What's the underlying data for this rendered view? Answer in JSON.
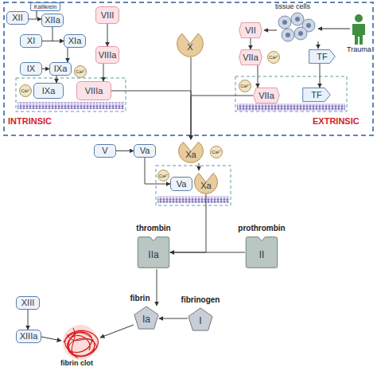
{
  "diagram": {
    "nodes": [
      {
        "text": [
          "XII"
        ]
      },
      {
        "text": [
          "Kallikrein"
        ]
      },
      {
        "text": [
          "XIIa"
        ]
      },
      {
        "text": [
          "XI"
        ]
      },
      {
        "text": [
          "XIa"
        ]
      },
      {
        "text": [
          "VIII"
        ]
      },
      {
        "text": [
          "VIIIa"
        ]
      },
      {
        "text": [
          "IX"
        ]
      },
      {
        "text": [
          "IXa"
        ]
      },
      {
        "text": [
          "Ca²⁺"
        ]
      },
      {
        "text": [
          "Ca²⁺"
        ]
      },
      {
        "text": [
          "IXa"
        ]
      },
      {
        "text": [
          "VIIIa"
        ]
      },
      {
        "text": [
          "X"
        ]
      },
      {
        "text": [
          "VII"
        ]
      },
      {
        "text": [
          "VIIa"
        ]
      },
      {
        "text": [
          "Ca²⁺"
        ]
      },
      {
        "text": [
          "TF"
        ]
      },
      {
        "text": [
          "Ca²⁺"
        ]
      },
      {
        "text": [
          "VIIa"
        ]
      },
      {
        "text": [
          "TF"
        ]
      },
      {
        "text": [
          "V"
        ]
      },
      {
        "text": [
          "Va"
        ]
      },
      {
        "text": [
          "Xa"
        ]
      },
      {
        "text": [
          "Ca²⁺"
        ]
      },
      {
        "text": [
          "Ca²⁺"
        ]
      },
      {
        "text": [
          "Va"
        ]
      },
      {
        "text": [
          "Xa"
        ]
      },
      {
        "text": [
          "thrombin",
          "IIa"
        ]
      },
      {
        "text": [
          "prothrombin",
          "II"
        ]
      },
      {
        "text": [
          "fibrin",
          "Ia"
        ]
      },
      {
        "text": [
          "fibrinogen",
          "I"
        ]
      },
      {
        "text": [
          "XIII"
        ]
      },
      {
        "text": [
          "XIIIa"
        ]
      }
    ],
    "edges": [
      {
        "from": 0,
        "to": 2,
        "arrow": "to"
      },
      {
        "from": 2,
        "to": 4,
        "arrow": "to"
      },
      {
        "from": 3,
        "to": 4,
        "arrow": "to"
      },
      {
        "from": 4,
        "to": 8,
        "arrow": "to"
      },
      {
        "from": 7,
        "to": 8,
        "arrow": "to"
      },
      {
        "from": 5,
        "to": 6,
        "arrow": "to"
      },
      {
        "from": 8,
        "to": 11,
        "arrow": "to"
      },
      {
        "from": 6,
        "to": 12,
        "arrow": "to"
      },
      {
        "from": 12,
        "to": 23,
        "arrow": "to"
      },
      {
        "from": 14,
        "to": 15,
        "arrow": "to"
      },
      {
        "from": 15,
        "to": 19,
        "arrow": "to"
      },
      {
        "from": 17,
        "to": 20,
        "arrow": "to"
      },
      {
        "from": 19,
        "to": 23,
        "arrow": "to"
      },
      {
        "from": 13,
        "to": 23,
        "arrow": "to"
      },
      {
        "from": 21,
        "to": 22,
        "arrow": "to"
      },
      {
        "from": 22,
        "to": 26,
        "arrow": "to"
      },
      {
        "from": 23,
        "to": 27,
        "arrow": "to"
      },
      {
        "from": 27,
        "to": 28,
        "arrow": "to"
      },
      {
        "from": 29,
        "to": 28,
        "arrow": "to"
      },
      {
        "from": 28,
        "to": 30,
        "arrow": "to"
      },
      {
        "from": 31,
        "to": 30,
        "arrow": "to"
      },
      {
        "from": 32,
        "to": 33,
        "arrow": "to"
      }
    ],
    "labels": [
      "INTRINSIC",
      "EXTRINSIC",
      "tissue cells",
      "Trauma",
      "fibrin clot"
    ]
  }
}
